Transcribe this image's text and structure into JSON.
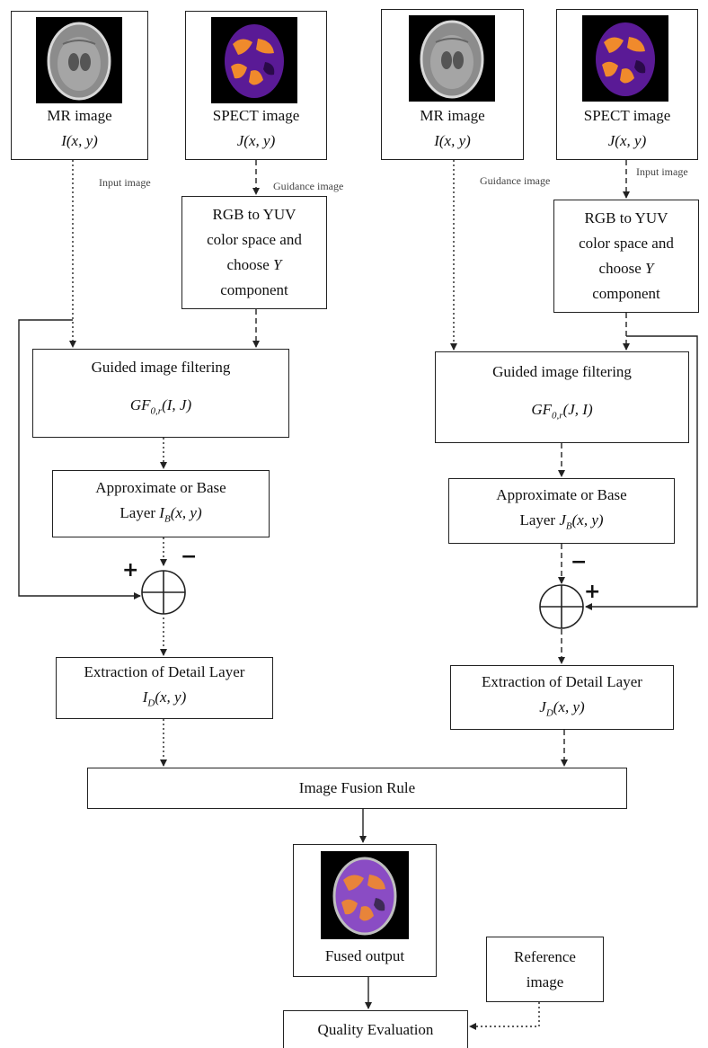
{
  "left": {
    "mr_box": {
      "title": "MR image",
      "expr": "I(x, y)"
    },
    "spect_box": {
      "title": "SPECT image",
      "expr": "J(x, y)"
    },
    "input_note": "Input image",
    "guidance_note": "Guidance image",
    "rgb_box": {
      "line1": "RGB to YUV",
      "line2": "color space and",
      "line3_pre": "choose",
      "line3_var": "Y",
      "line4": "component"
    },
    "filter_box": {
      "title": "Guided image filtering",
      "gf": "GF",
      "sub": "0,r",
      "args": "(I, J)"
    },
    "base_box": {
      "line1": "Approximate or Base",
      "line2_pre": "Layer",
      "var": "I",
      "sub": "B",
      "args": "(x, y)"
    },
    "plus": "+",
    "minus": "−",
    "detail_box": {
      "line1": "Extraction of Detail Layer",
      "var": "I",
      "sub": "D",
      "args": "(x, y)"
    }
  },
  "right": {
    "mr_box": {
      "title": "MR image",
      "expr": "I(x, y)"
    },
    "spect_box": {
      "title": "SPECT image",
      "expr": "J(x, y)"
    },
    "guidance_note": "Guidance image",
    "input_note": "Input image",
    "rgb_box": {
      "line1": "RGB to YUV",
      "line2": "color space and",
      "line3_pre": "choose",
      "line3_var": "Y",
      "line4": "component"
    },
    "filter_box": {
      "title": "Guided image filtering",
      "gf": "GF",
      "sub": "0,r",
      "args": "(J, I)"
    },
    "base_box": {
      "line1": "Approximate or Base",
      "line2_pre": "Layer",
      "var": "J",
      "sub": "B",
      "args": "(x, y)"
    },
    "plus": "+",
    "minus": "−",
    "detail_box": {
      "line1": "Extraction of Detail Layer",
      "var": "J",
      "sub": "D",
      "args": "(x, y)"
    }
  },
  "fusion_rule": "Image Fusion Rule",
  "fused_output": "Fused output",
  "reference_image": {
    "line1": "Reference",
    "line2": "image"
  },
  "quality_evaluation": "Quality Evaluation",
  "colors": {
    "line": "#222222",
    "spect_orange": "#f08a2c",
    "spect_purple": "#6a1fa0",
    "mr_gray": "#9a9a9a",
    "fused_purple": "#9b4fd0"
  }
}
